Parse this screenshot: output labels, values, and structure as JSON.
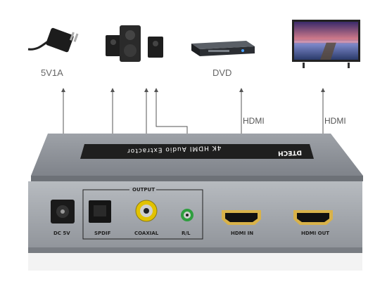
{
  "devices": {
    "power_label": "5V1A",
    "dvd_label": "DVD"
  },
  "cables": {
    "hdmi_in_label": "HDMI",
    "hdmi_out_label": "HDMI"
  },
  "extractor": {
    "plate_title": "4K HDMI Audio Extractor",
    "brand": "DTECH",
    "output_group_label": "OUTPUT",
    "ports": {
      "dc": "DC 5V",
      "spdif": "SPDIF",
      "coaxial": "COAXIAL",
      "rl": "R/L",
      "hdmi_in": "HDMI IN",
      "hdmi_out": "HDMI OUT"
    }
  },
  "colors": {
    "body": "#8e9298",
    "panel": "#a3a7ad",
    "arrow": "#555555",
    "coax_ring": "#e2c200",
    "rl_ring": "#2e9e3e"
  }
}
